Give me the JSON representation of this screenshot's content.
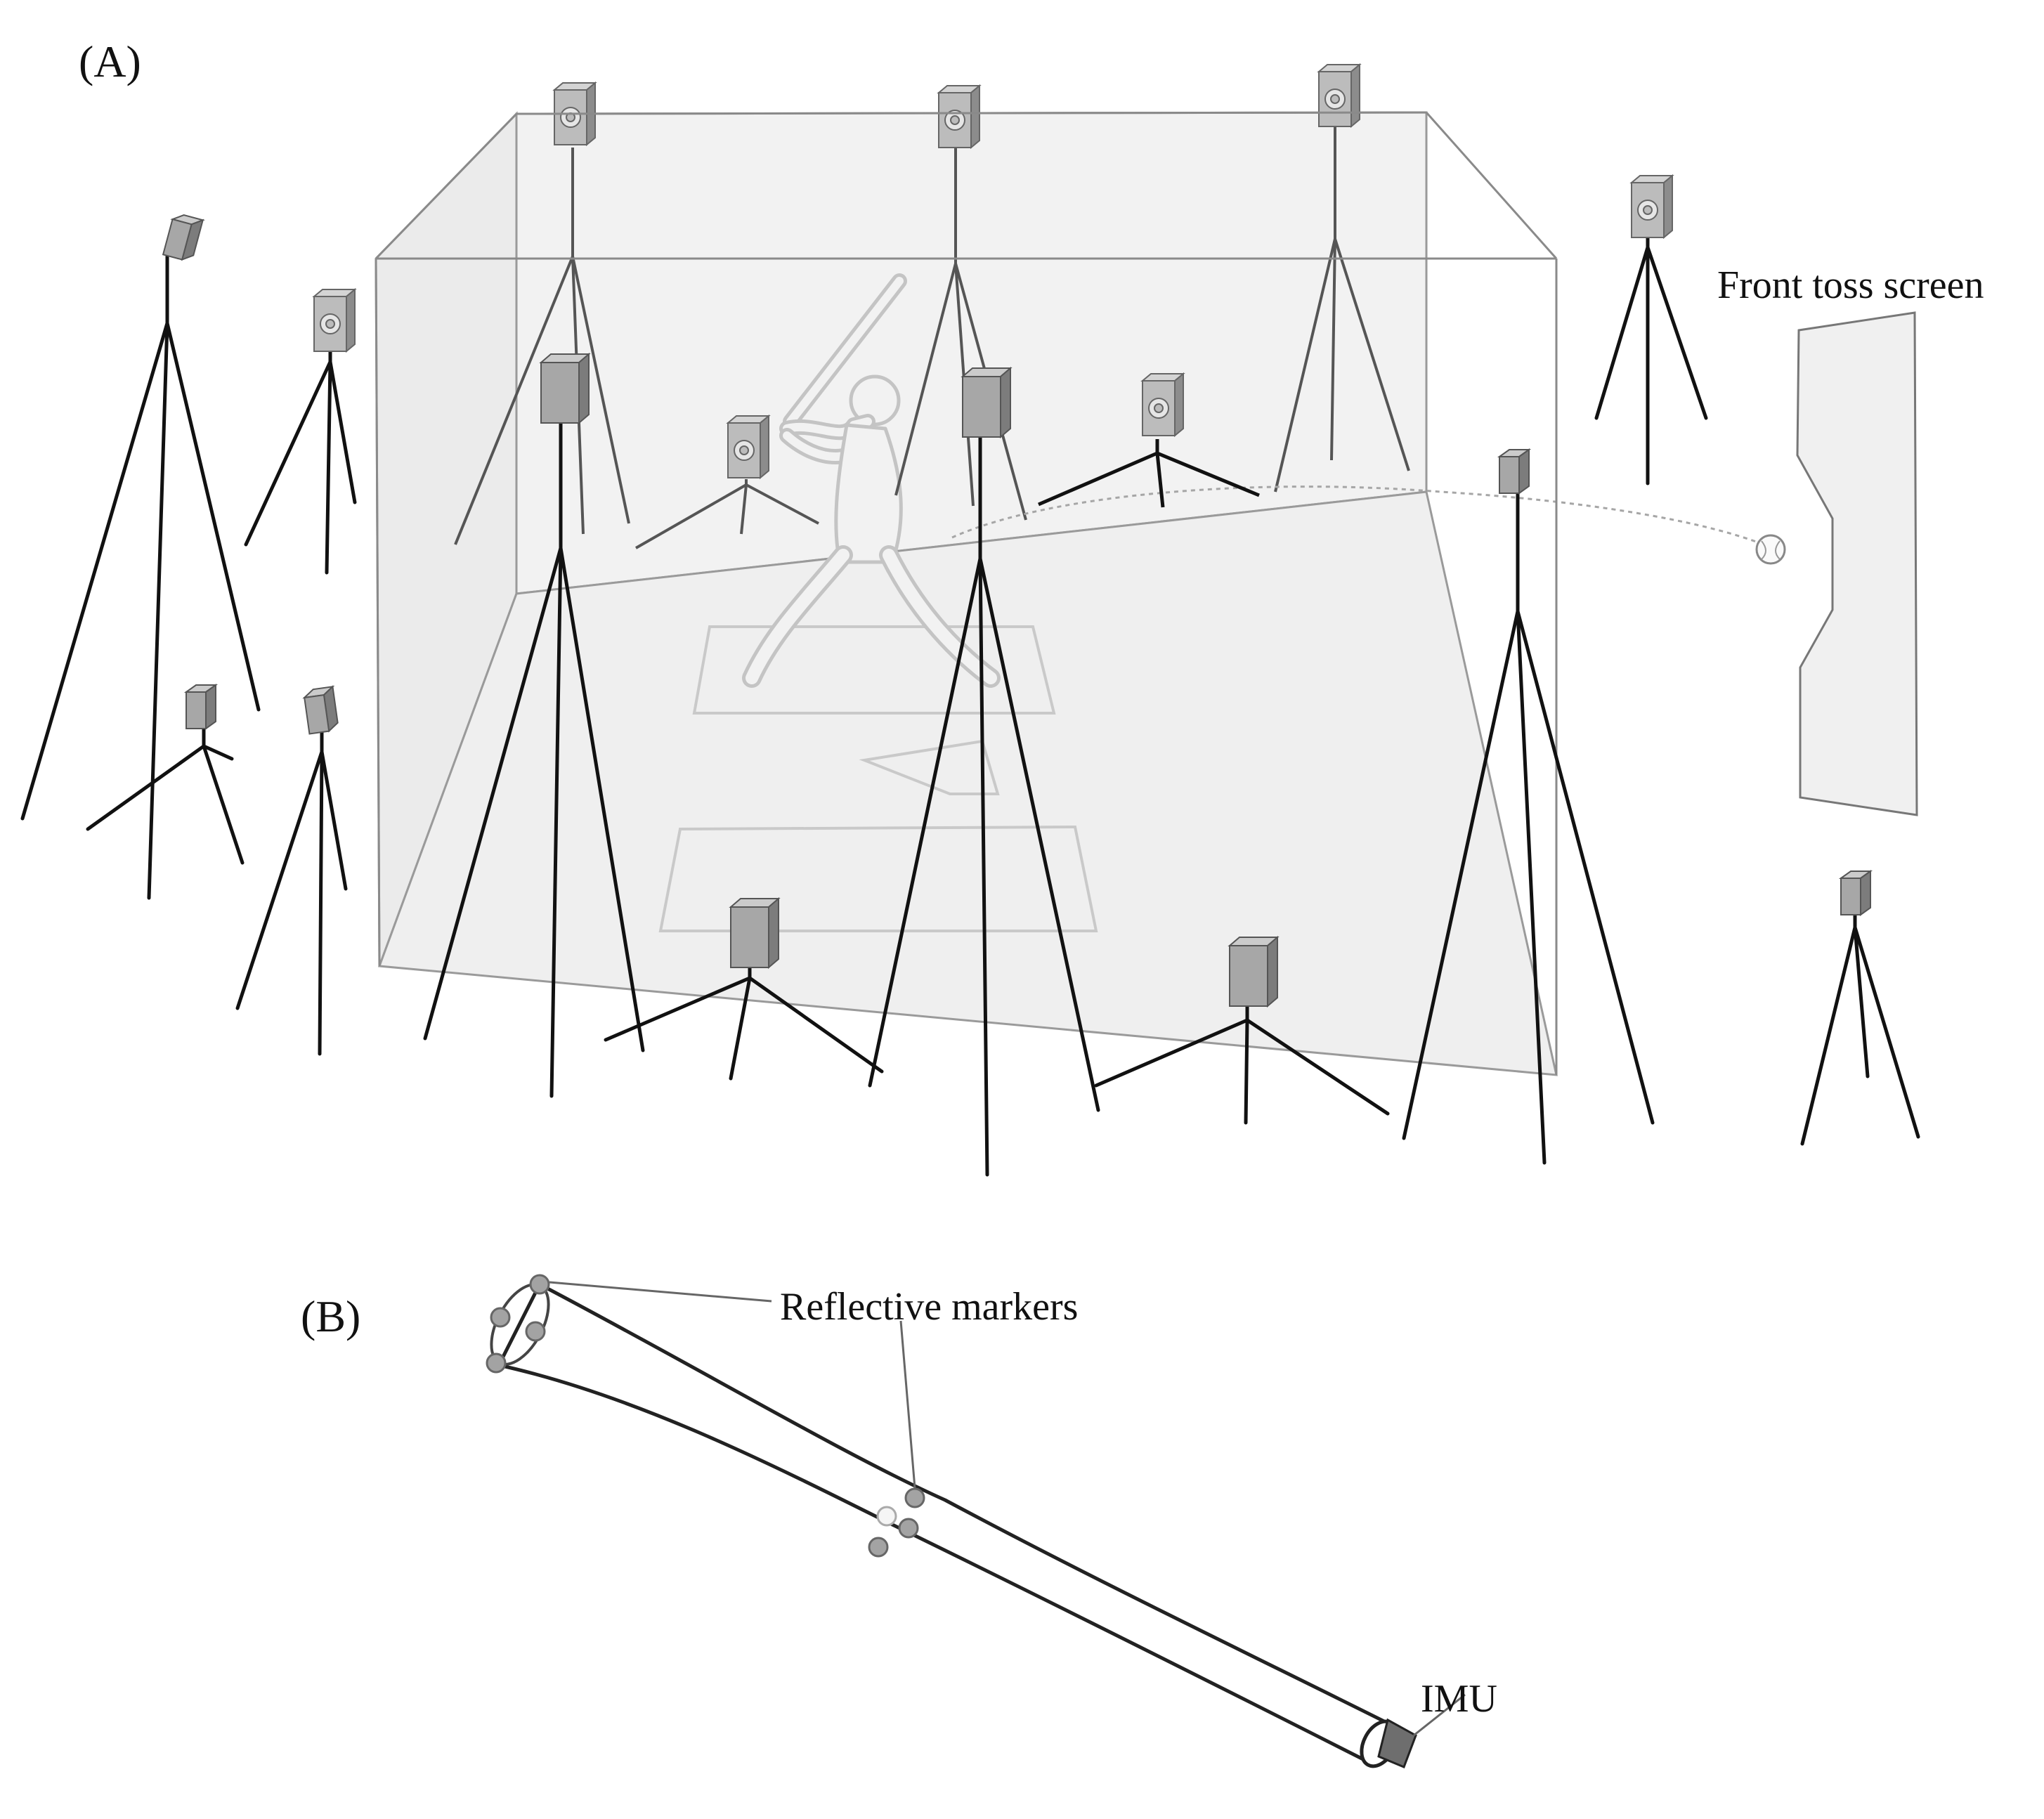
{
  "labels": {
    "panel_a": "(A)",
    "panel_b": "(B)",
    "front_toss_screen": "Front toss screen",
    "reflective_markers": "Reflective markers",
    "imu": "IMU"
  },
  "colors": {
    "line": "#111111",
    "camera_face": "#a7a7a7",
    "camera_side": "#7c7c7c",
    "camera_top": "#cbcbcb",
    "box_fill": "#f1f1f1",
    "box_edge": "#8a8a8a",
    "ghost": "#bdbdbd",
    "marker": "#9a9a9a"
  }
}
